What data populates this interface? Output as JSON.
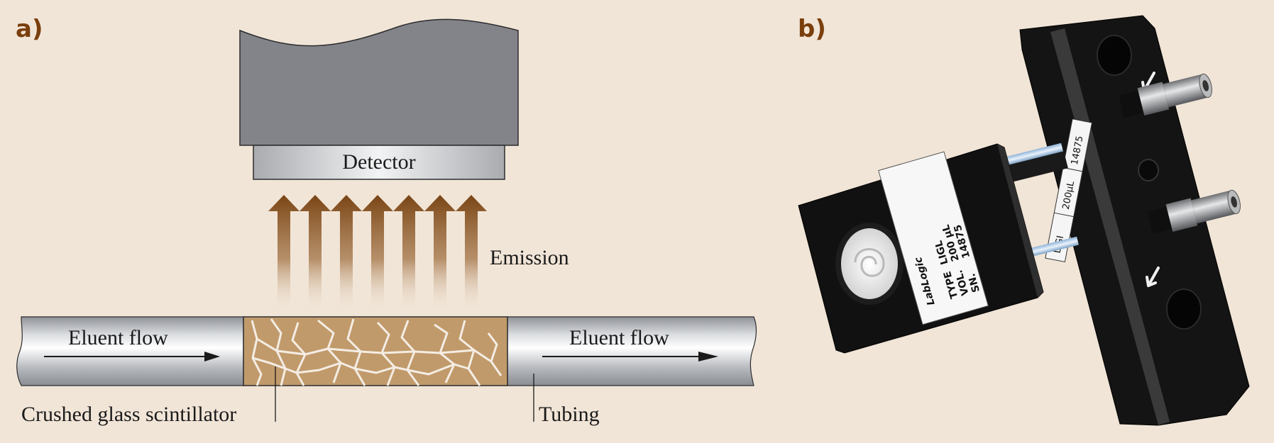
{
  "panels": {
    "a": {
      "label": "a)"
    },
    "b": {
      "label": "b)"
    }
  },
  "diagram": {
    "detector_label": "Detector",
    "emission_label": "Emission",
    "eluent_flow_left": "Eluent flow",
    "eluent_flow_right": "Eluent flow",
    "scintillator_label": "Crushed glass scintillator",
    "tubing_label": "Tubing"
  },
  "photo": {
    "brand": "LabLogic",
    "type_label": "TYPE",
    "vol_label": "VOL.",
    "sn_label": "SN.",
    "type_value": "LIGL",
    "vol_value": "200 µL",
    "sn_value": "14875",
    "side_tag_1": "LIGI",
    "side_tag_2": "200µL",
    "side_tag_3": "14875"
  },
  "colors": {
    "background": "#f1e5d7",
    "panel_label": "#7a3f0c",
    "arrow": "#7a4515",
    "scintillator": "#c19a6b",
    "detector_body": "#838489"
  }
}
